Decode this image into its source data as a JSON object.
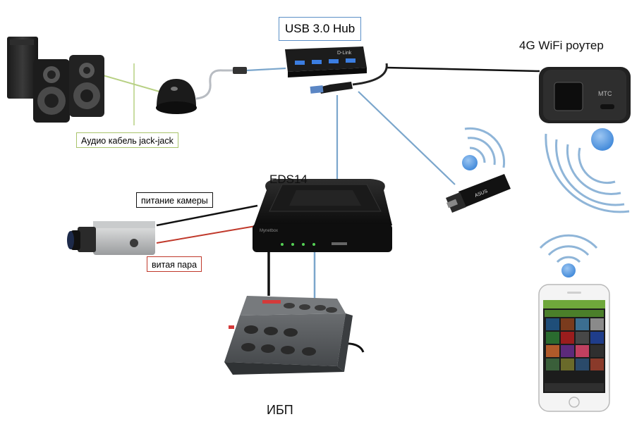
{
  "labels": {
    "usb_hub": "USB 3.0 Hub",
    "router": "4G WiFi роутер",
    "eds": "EDS14",
    "ups": "ИБП",
    "audio_cable": "Аудио кабель jack-jack",
    "camera_power": "питание камеры",
    "twisted_pair": "витая пара"
  },
  "device_text": {
    "hub_brand": "D-Link",
    "router_brand": "МТС",
    "wifi_adapter_brand": "ASUS",
    "eds_brand": "Mynetbox"
  },
  "colors": {
    "usb_link": "#7ba6cc",
    "power_link": "#111111",
    "audio_link": "#b7d083",
    "twisted_pair": "#c0392b",
    "wifi_wave": "#8fb5d8",
    "wifi_dot": "#4a90e2",
    "hub_box_border": "#5b8fc7",
    "audio_box_border": "#a9c46c",
    "power_box_border": "#111111",
    "pair_box_border": "#c0392b"
  }
}
